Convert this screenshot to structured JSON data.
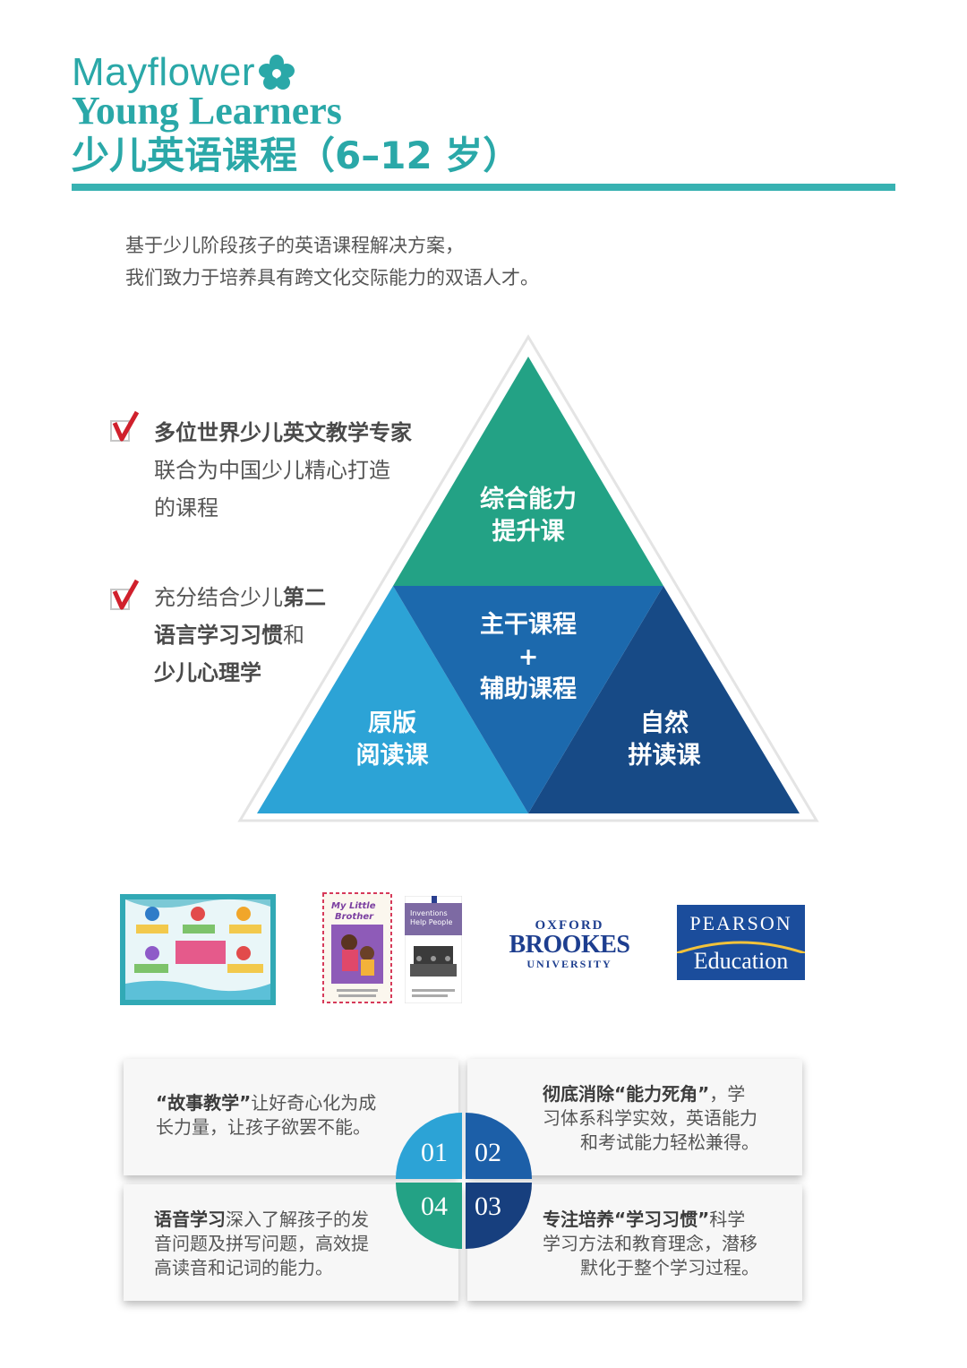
{
  "header": {
    "brand_line1": "Mayflower",
    "brand_line2": "Young Learners",
    "title": "少儿英语课程（6–12 岁）",
    "accent_color": "#2aa8a8",
    "flower_icon": "flower-icon"
  },
  "intro": {
    "line1": "基于少儿阶段孩子的英语课程解决方案，",
    "line2": "我们致力于培养具有跨文化交际能力的双语人才。"
  },
  "bullets": [
    {
      "icon": "check-icon",
      "line1": "多位世界少儿英文教学专家",
      "line2": "联合为中国少儿精心打造",
      "line3": "的课程"
    },
    {
      "icon": "check-icon",
      "line1_plain": "充分结合少儿",
      "line1_bold": "第二",
      "line2_bold": "语言学习习惯",
      "line2_plain": "和",
      "line3_bold": "少儿心理学"
    }
  ],
  "pyramid": {
    "top": {
      "line1": "综合能力",
      "line2": "提升课",
      "color": "#23a285"
    },
    "center": {
      "line1": "主干课程",
      "plus": "+",
      "line2": "辅助课程",
      "color": "#1c69ad"
    },
    "left": {
      "line1": "原版",
      "line2": "阅读课",
      "color": "#2ca3d6"
    },
    "right": {
      "line1": "自然",
      "line2": "拼读课",
      "color": "#174a86"
    }
  },
  "logos": {
    "oxford_line1": "OXFORD",
    "oxford_line2": "BROOKES",
    "oxford_line3": "UNIVERSITY",
    "pearson_line1": "PEARSON",
    "pearson_line2": "Education",
    "book2_title": "My Little Brother",
    "book3_title": "Inventions Help People"
  },
  "features": [
    {
      "number": "01",
      "bold": "“故事教学”",
      "text": "让好奇心化为成长力量，让孩子欲罢不能。",
      "l1_rest": "让好奇心化为成",
      "l2": "长力量，让孩子欲罢不能。",
      "color": "#2ca3d6"
    },
    {
      "number": "02",
      "bold": "彻底消除“能力死角”",
      "l1_rest": "，学",
      "l2": "习体系科学实效，英语能力",
      "l3": "和考试能力轻松兼得。",
      "color": "#1c5fa8"
    },
    {
      "number": "03",
      "bold": "专注培养“学习习惯”",
      "l1_rest": "科学",
      "l2": "学习方法和教育理念，潜移",
      "l3": "默化于整个学习过程。",
      "color": "#173f7e"
    },
    {
      "number": "04",
      "bold": "语音学习",
      "l1_rest": "深入了解孩子的发",
      "l2": "音问题及拼写问题，高效提",
      "l3": "高读音和记词的能力。",
      "color": "#23a285"
    }
  ]
}
